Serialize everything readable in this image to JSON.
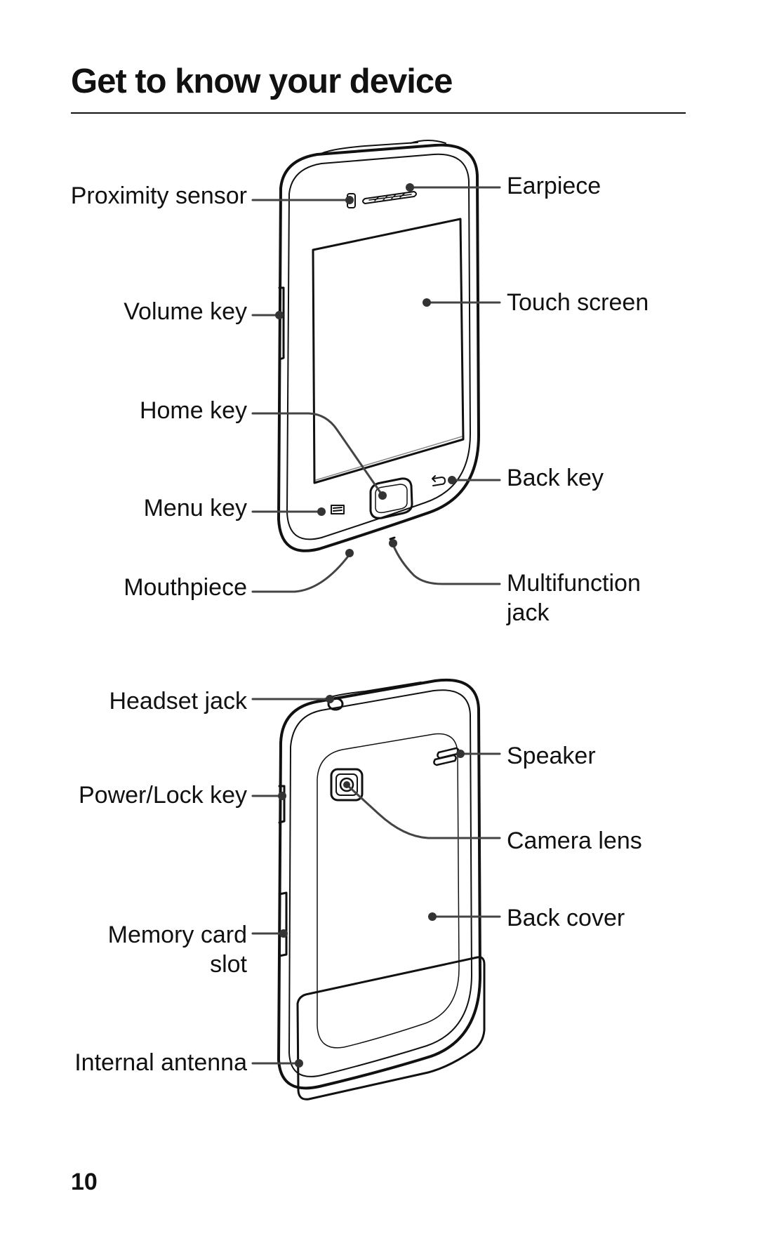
{
  "title": "Get to know your device",
  "front_labels": {
    "proximity_sensor": "Proximity sensor",
    "earpiece": "Earpiece",
    "volume_key": "Volume key",
    "touch_screen": "Touch screen",
    "home_key": "Home key",
    "back_key": "Back key",
    "menu_key": "Menu key",
    "mouthpiece": "Mouthpiece",
    "multifunction_jack_line1": "Multifunction",
    "multifunction_jack_line2": "jack"
  },
  "back_labels": {
    "headset_jack": "Headset jack",
    "speaker": "Speaker",
    "power_lock_key": "Power/Lock key",
    "camera_lens": "Camera lens",
    "back_cover": "Back cover",
    "memory_card_slot_line1": "Memory card",
    "memory_card_slot_line2": "slot",
    "internal_antenna": "Internal antenna"
  },
  "page_number": "10",
  "icons": [
    "phone-front-illustration",
    "phone-back-illustration",
    "menu-key-icon",
    "back-key-icon",
    "camera-lens-icon",
    "speaker-grille-icon"
  ]
}
